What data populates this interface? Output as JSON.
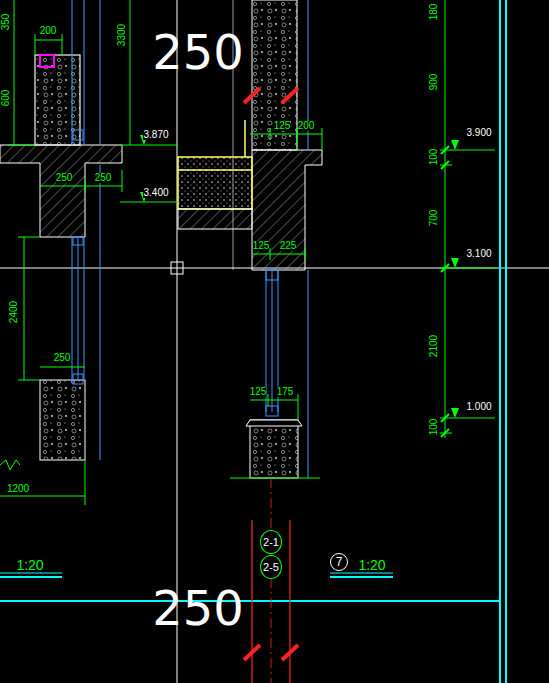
{
  "diagram": {
    "nodes": [
      {
        "text": [
          "2-1"
        ]
      },
      {
        "text": [
          "2-5"
        ]
      },
      {
        "text": [
          "7"
        ]
      }
    ],
    "labels": [
      "350",
      "200",
      "3300",
      "250",
      "600",
      "3.870",
      "250",
      "250",
      "3.400",
      "2400",
      "250",
      "1200",
      "1:20",
      "125",
      "200",
      "125",
      "225",
      "125",
      "175",
      "1:20",
      "900",
      "3.900",
      "100",
      "700",
      "3.100",
      "2100",
      "1.000",
      "100",
      "250",
      "180"
    ]
  }
}
